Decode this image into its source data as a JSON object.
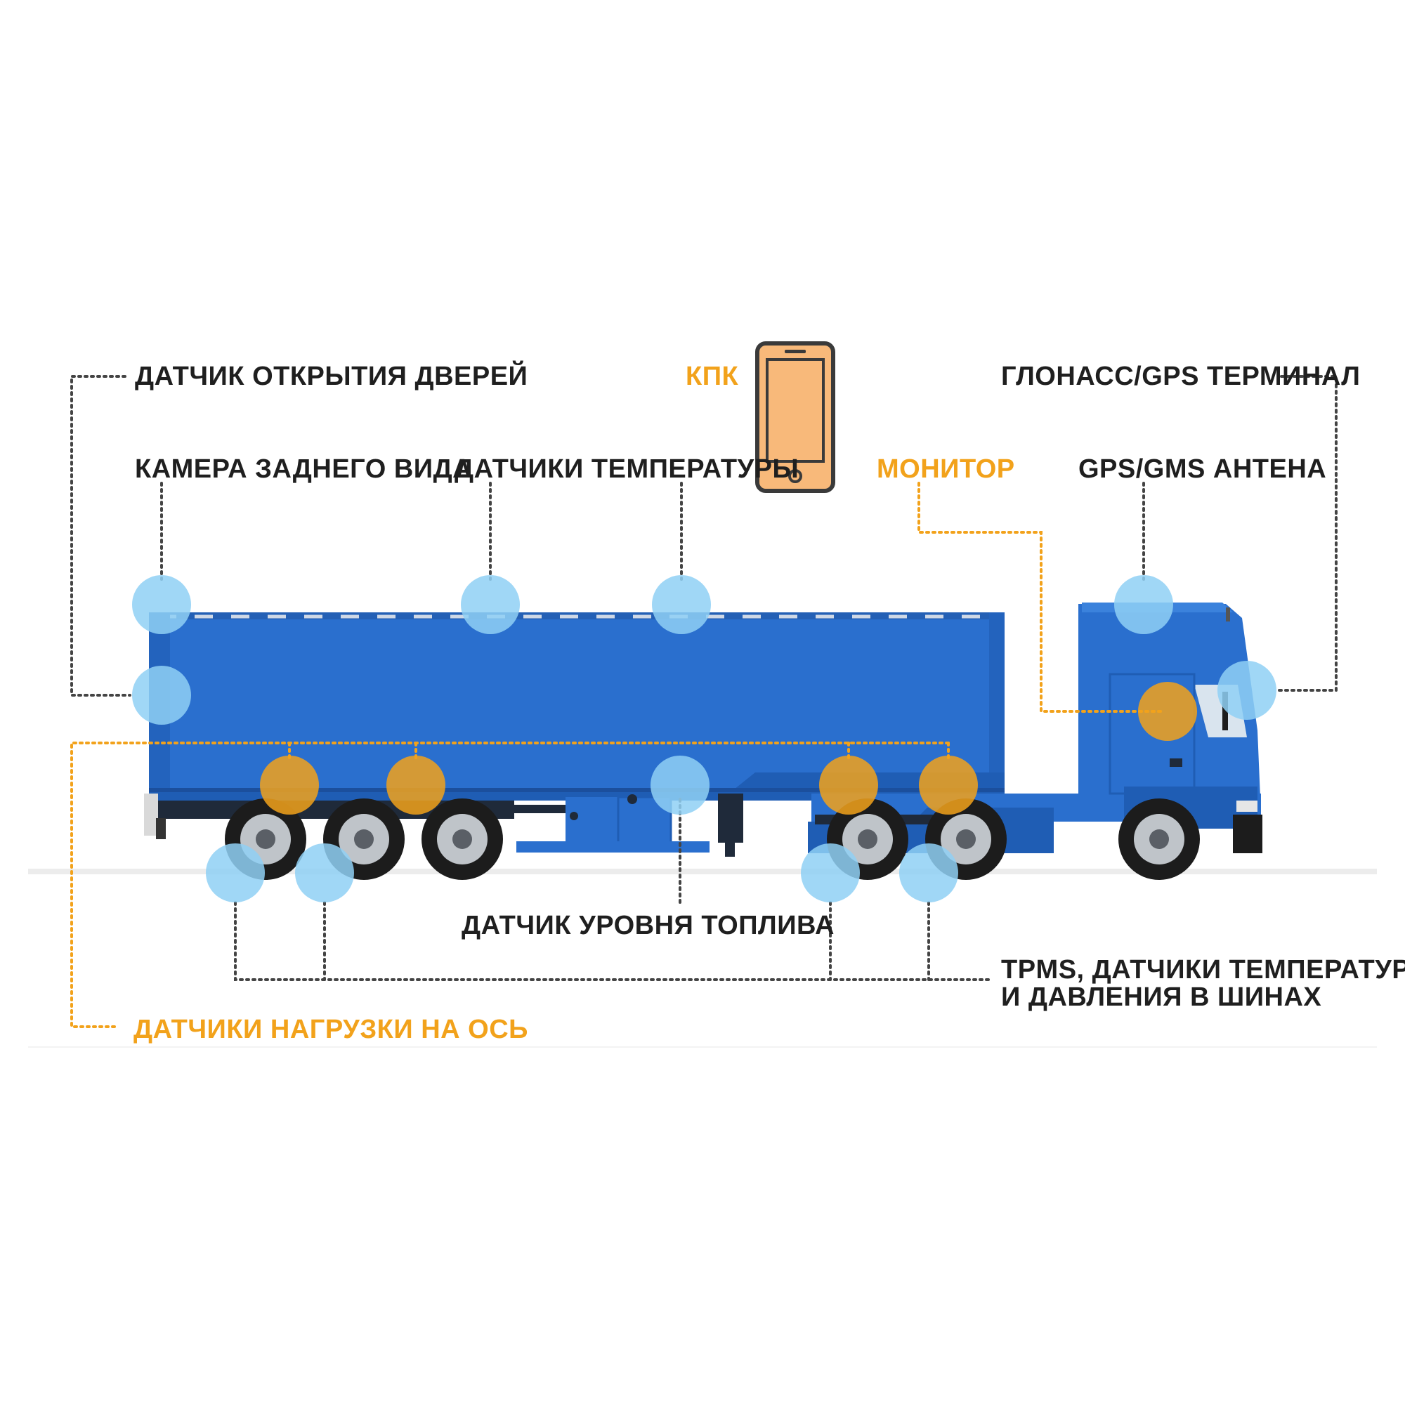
{
  "colors": {
    "dark_label": "#1f1f1f",
    "orange_label": "#f2a21b",
    "truck_blue": "#2a6fce",
    "sensor_blue": "#8fd0f5",
    "sensor_orange": "#f2a21b"
  },
  "labels": {
    "door_sensor": "ДАТЧИК ОТКРЫТИЯ ДВЕРЕЙ",
    "rear_camera": "КАМЕРА ЗАДНЕГО ВИДА",
    "temp_sensors": "ДАТЧИКИ ТЕМПЕРАТУРЫ",
    "pda": "КПК",
    "monitor": "МОНИТОР",
    "glonass_terminal": "ГЛОНАСС/GPS ТЕРМИНАЛ",
    "gps_antenna": "GPS/GMS АНТЕНА",
    "fuel_level": "ДАТЧИК УРОВНЯ ТОПЛИВА",
    "tpms_line1": "TPMS, ДАТЧИКИ ТЕМПЕРАТУРЫ",
    "tpms_line2": "И ДАВЛЕНИЯ В ШИНАХ",
    "axle_load": "ДАТЧИКИ НАГРУЗКИ НА ОСЬ"
  },
  "icons": {
    "pda": "smartphone-icon"
  }
}
